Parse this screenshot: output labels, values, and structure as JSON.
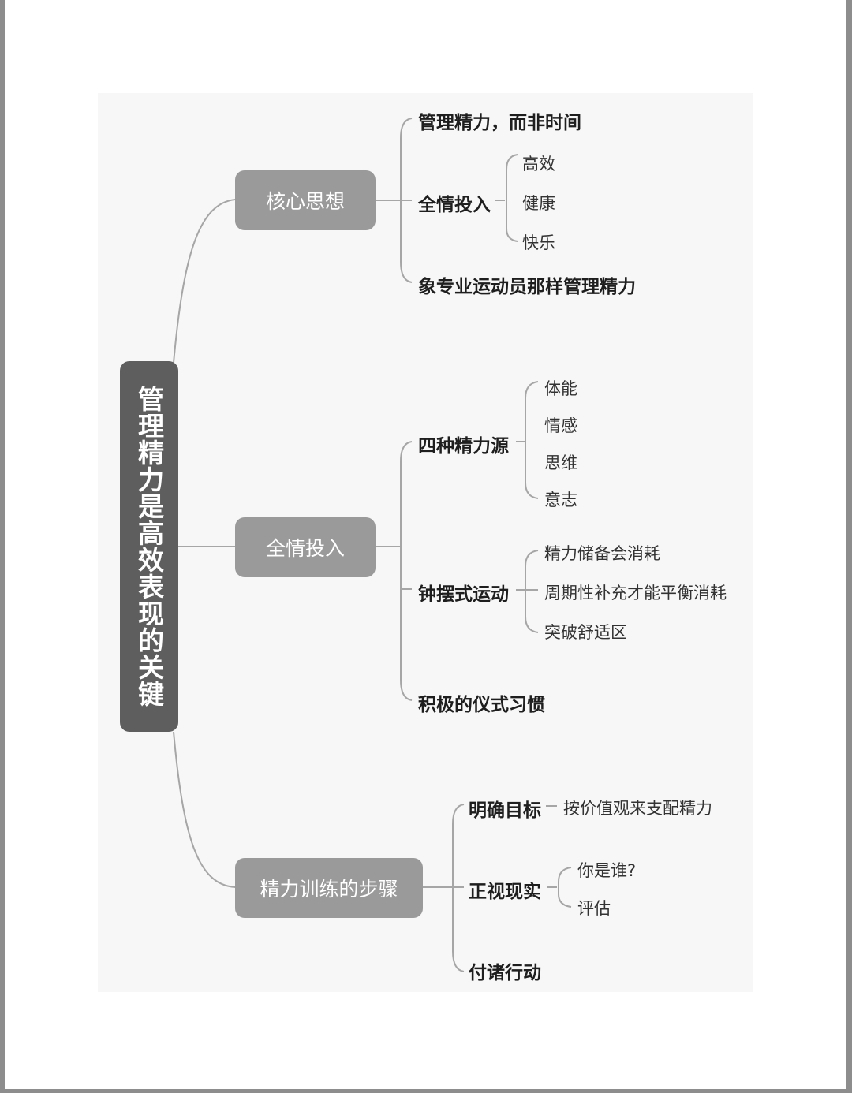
{
  "root": "管理精力是高效表现的关键",
  "branches": [
    {
      "label": "核心思想",
      "children": [
        {
          "label": "管理精力，而非时间"
        },
        {
          "label": "全情投入",
          "children": [
            "高效",
            "健康",
            "快乐"
          ]
        },
        {
          "label": "象专业运动员那样管理精力"
        }
      ]
    },
    {
      "label": "全情投入",
      "children": [
        {
          "label": "四种精力源",
          "children": [
            "体能",
            "情感",
            "思维",
            "意志"
          ]
        },
        {
          "label": "钟摆式运动",
          "children": [
            "精力储备会消耗",
            "周期性补充才能平衡消耗",
            "突破舒适区"
          ]
        },
        {
          "label": "积极的仪式习惯"
        }
      ]
    },
    {
      "label": "精力训练的步骤",
      "children": [
        {
          "label": "明确目标",
          "children": [
            "按价值观来支配精力"
          ]
        },
        {
          "label": "正视现实",
          "children": [
            "你是谁?",
            "评估"
          ]
        },
        {
          "label": "付诸行动"
        }
      ]
    }
  ]
}
